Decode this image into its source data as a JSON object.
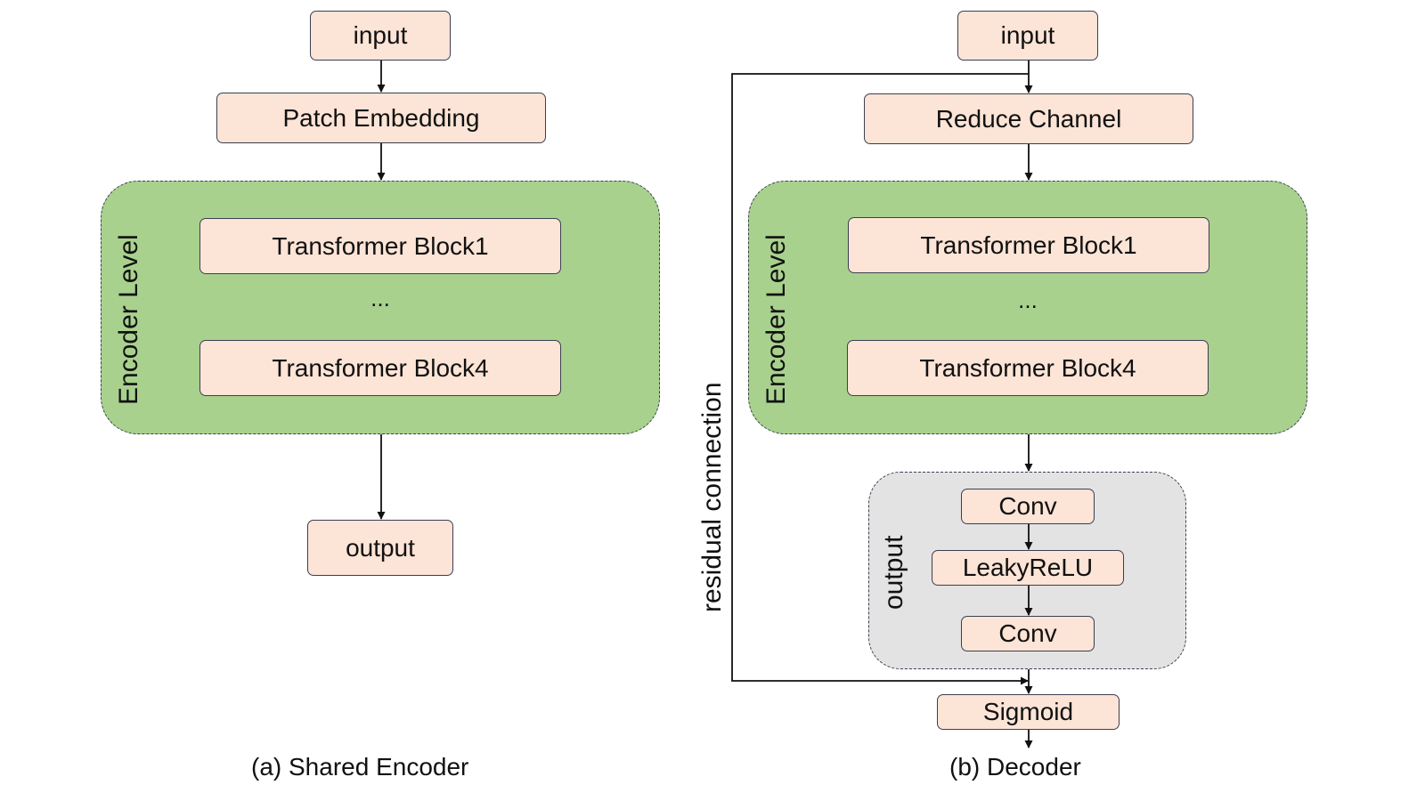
{
  "encoder": {
    "input": "input",
    "patch_embedding": "Patch Embedding",
    "group_label": "Encoder Level",
    "block1": "Transformer Block1",
    "ellipsis": "...",
    "block4": "Transformer Block4",
    "output": "output",
    "caption": "(a) Shared Encoder"
  },
  "decoder": {
    "input": "input",
    "reduce_channel": "Reduce Channel",
    "group_label": "Encoder Level",
    "block1": "Transformer Block1",
    "ellipsis": "...",
    "block4": "Transformer Block4",
    "output_group_label": "output",
    "conv1": "Conv",
    "leaky_relu": "LeakyReLU",
    "conv2": "Conv",
    "sigmoid": "Sigmoid",
    "residual_label": "residual connection",
    "caption": "(b) Decoder"
  },
  "colors": {
    "node_fill": "#fce4d6",
    "encoder_group_fill": "#a9d18e",
    "output_group_fill": "#e3e3e3",
    "stroke": "#3b3f52"
  }
}
